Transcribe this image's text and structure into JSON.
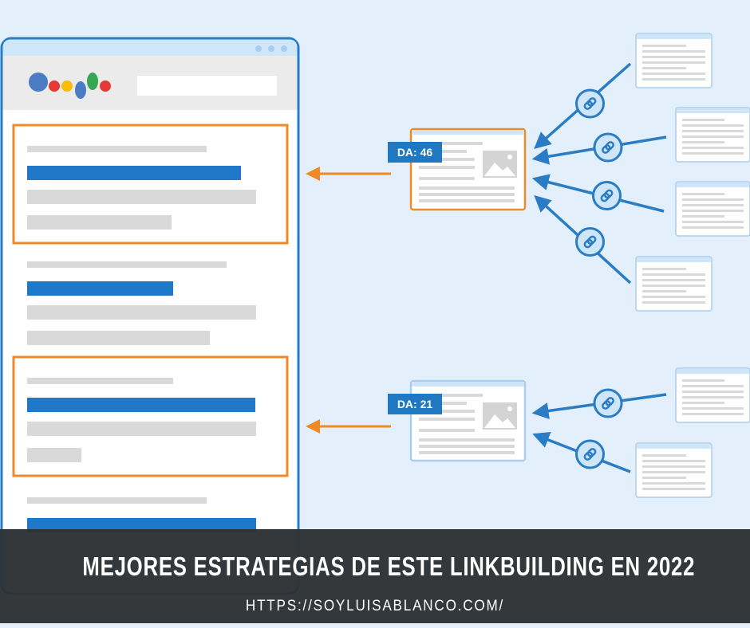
{
  "illustration": {
    "badges": [
      {
        "label": "DA: 46"
      },
      {
        "label": "DA: 21"
      }
    ],
    "colors": {
      "background": "#e3f0fb",
      "accent_blue": "#2a7cc4",
      "accent_orange": "#f08a24",
      "bar_gray": "#d9d9d9",
      "logo": [
        "#4a7cc4",
        "#e53935",
        "#fbbc05",
        "#4a7cc4",
        "#34a853",
        "#e53935"
      ]
    },
    "icons": [
      "google-logo",
      "link-icon",
      "image-placeholder-icon",
      "arrow-icon"
    ]
  },
  "banner": {
    "title": "MEJORES ESTRATEGIAS DE ESTE LINKBUILDING EN 2022",
    "url": "HTTPS://SOYLUISABLANCO.COM/"
  }
}
